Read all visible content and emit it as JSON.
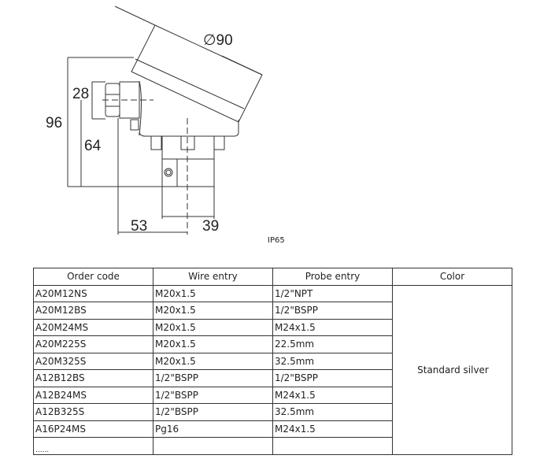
{
  "drawing": {
    "dimensions": {
      "lid_diameter": "∅90",
      "gland": "28",
      "height_total": "96",
      "height_axis": "64",
      "width_left": "53",
      "width_stem": "39"
    },
    "rating": "IP65"
  },
  "table": {
    "headers": [
      "Order code",
      "Wire entry",
      "Probe entry",
      "Color"
    ],
    "rows": [
      [
        "A20M12NS",
        "M20x1.5",
        "1/2\"NPT"
      ],
      [
        "A20M12BS",
        "M20x1.5",
        "1/2\"BSPP"
      ],
      [
        "A20M24MS",
        "M20x1.5",
        "M24x1.5"
      ],
      [
        "A20M225S",
        "M20x1.5",
        "22.5mm"
      ],
      [
        "A20M325S",
        "M20x1.5",
        "32.5mm"
      ],
      [
        "A12B12BS",
        "1/2\"BSPP",
        "1/2\"BSPP"
      ],
      [
        "A12B24MS",
        "1/2\"BSPP",
        "M24x1.5"
      ],
      [
        "A12B325S",
        "1/2\"BSPP",
        "32.5mm"
      ],
      [
        "A16P24MS",
        "Pg16",
        "M24x1.5"
      ],
      [
        "......",
        "",
        ""
      ]
    ],
    "color": "Standard silver"
  }
}
